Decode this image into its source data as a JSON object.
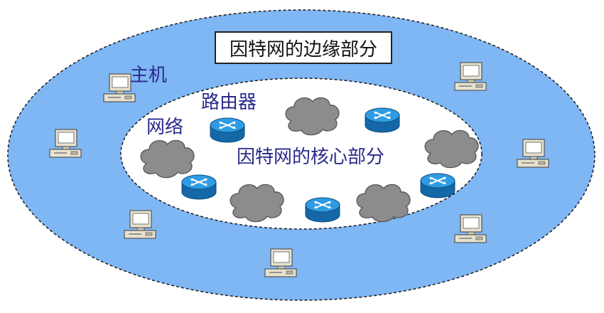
{
  "labels": {
    "edge_title": "因特网的边缘部分",
    "host": "主机",
    "router": "路由器",
    "network": "网络",
    "core_title": "因特网的核心部分"
  },
  "icons": {
    "host": "desktop-computer-icon",
    "router": "router-icon",
    "network": "cloud-icon"
  },
  "colors": {
    "edge_fill": "#7fb6f4",
    "core_fill": "#ffffff",
    "cloud_fill": "#8c8c8c",
    "router_fill": "#1f8ad6",
    "label_text": "#2a2a8c"
  }
}
